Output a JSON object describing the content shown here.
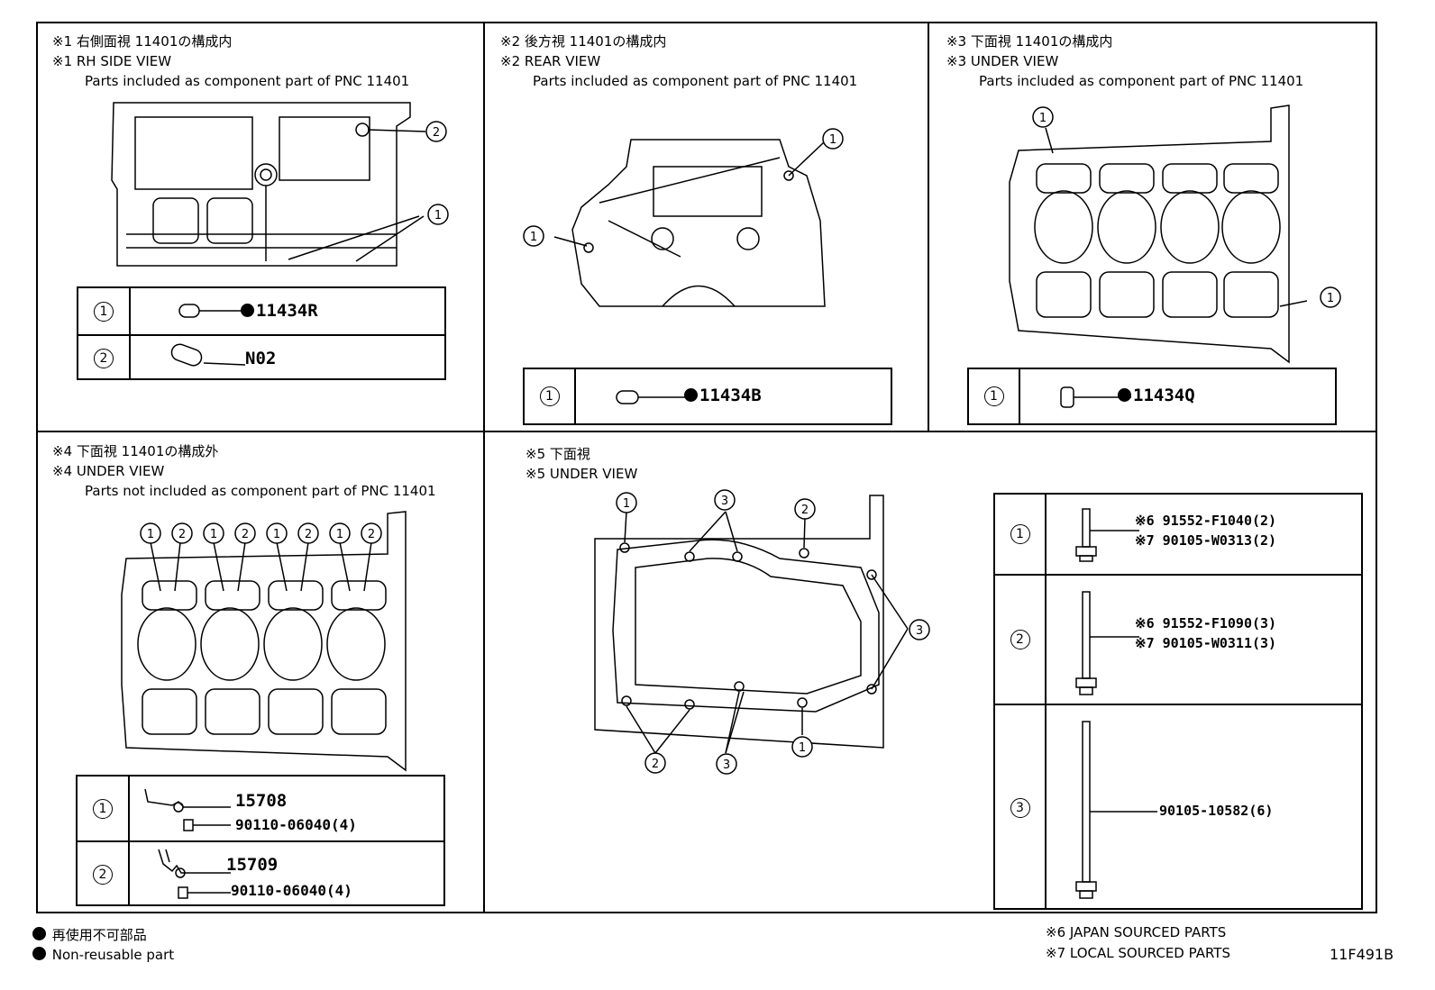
{
  "panels": {
    "p1": {
      "line1": "※1 右側面視 11401の構成内",
      "line2": "※1 RH SIDE VIEW",
      "line3": "Parts included as component part of PNC 11401",
      "rows": [
        {
          "num": "1",
          "part": "11434R",
          "dot": true
        },
        {
          "num": "2",
          "part": "N02",
          "dot": false
        }
      ]
    },
    "p2": {
      "line1": "※2 後方視 11401の構成内",
      "line2": "※2 REAR VIEW",
      "line3": "Parts included as component part of PNC 11401",
      "rows": [
        {
          "num": "1",
          "part": "11434B",
          "dot": true
        }
      ]
    },
    "p3": {
      "line1": "※3 下面視 11401の構成内",
      "line2": "※3 UNDER VIEW",
      "line3": "Parts included as component part of PNC 11401",
      "rows": [
        {
          "num": "1",
          "part": "11434Q",
          "dot": true
        }
      ]
    },
    "p4": {
      "line1": "※4 下面視 11401の構成外",
      "line2": "※4 UNDER VIEW",
      "line3": "Parts not included as component part of PNC 11401",
      "rows": [
        {
          "num": "1",
          "part": "15708",
          "bolt": "90110-06040(4)"
        },
        {
          "num": "2",
          "part": "15709",
          "bolt": "90110-06040(4)"
        }
      ]
    },
    "p5": {
      "line1": "※5 下面視",
      "line2": "※5 UNDER VIEW",
      "rows": [
        {
          "num": "1",
          "a": "※6 91552-F1040(2)",
          "b": "※7 90105-W0313(2)"
        },
        {
          "num": "2",
          "a": "※6 91552-F1090(3)",
          "b": "※7 90105-W0311(3)"
        },
        {
          "num": "3",
          "a": "90105-10582(6)"
        }
      ]
    }
  },
  "callouts": {
    "c1": "1",
    "c2": "2",
    "c3": "3"
  },
  "legend": {
    "jp": "再使用不可部品",
    "en": "Non-reusable part"
  },
  "notes": {
    "n6": "※6 JAPAN SOURCED PARTS",
    "n7": "※7 LOCAL SOURCED PARTS"
  },
  "figure_id": "11F491B"
}
